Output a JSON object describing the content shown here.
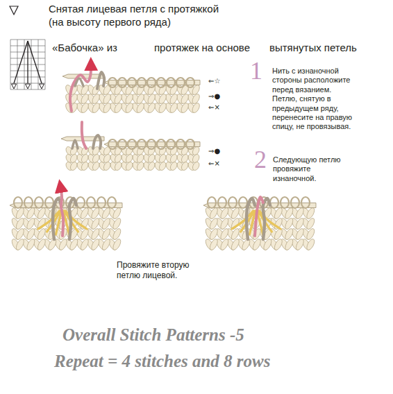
{
  "diagram": {
    "labels": [
      "Снятая лицевая петля с протяжкой (на высоту первого ряда)",
      "«Бабочка» из",
      "протяжек на основе",
      "вытянутых петель",
      "⇐☆",
      "⇒●",
      "⇐×",
      "1",
      "Нить с изнаночной стороны расположите перед вязанием. Петлю, снятую в предыдущем ряду, перенесите на правую спицу, не провязывая.",
      "⇒●",
      "⇐×",
      "2",
      "Следующую петлю провяжите изнаночной.",
      "Провяжите вторую петлю лицевой.",
      "Overall Stitch Patterns -5",
      "Repeat = 4 stitches and 8 rows"
    ]
  }
}
